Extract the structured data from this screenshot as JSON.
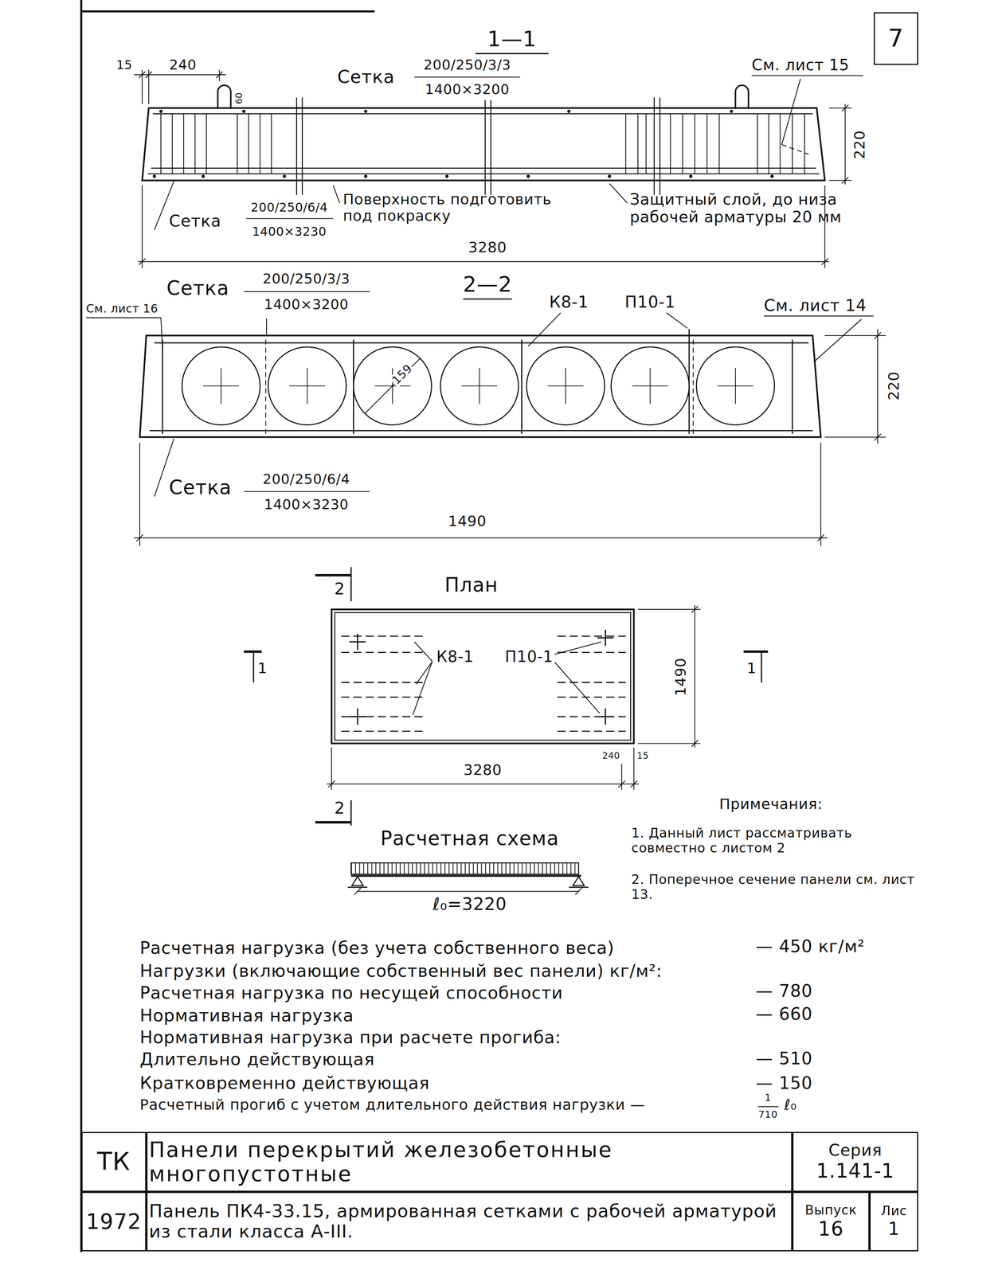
{
  "diagram": {
    "nodes": [
      {
        "text": [
          "7"
        ]
      },
      {
        "text": [
          "ТК"
        ]
      },
      {
        "text": [
          "Панели перекрытий железобетонные многопустотные"
        ]
      },
      {
        "text": [
          "Серия",
          "1.141-1"
        ]
      },
      {
        "text": [
          "1972"
        ]
      },
      {
        "text": [
          "Панель ПК4-33.15, армированная сетками с рабочей арматурой из стали класса А-III."
        ]
      },
      {
        "text": [
          "Выпуск",
          "16"
        ]
      },
      {
        "text": [
          "Лис",
          "1"
        ]
      }
    ],
    "labels": [
      "1—1",
      "Сетка",
      "200/250/3/3",
      "1400×3200",
      "См. лист 15",
      "15",
      "240",
      "60",
      "220",
      "Сетка",
      "200/250/6/4",
      "1400×3230",
      "Поверхность подготовить под покраску",
      "Защитный слой, до низа рабочей арматуры 20 мм",
      "3280",
      "Сетка",
      "200/250/3/3",
      "1400×3200",
      "2—2",
      "См. лист 16",
      "К8-1",
      "П10-1",
      "См. лист 14",
      "159",
      "220",
      "Сетка",
      "200/250/6/4",
      "1400×3230",
      "1490",
      "2",
      "План",
      "К8-1",
      "П10-1",
      "1490",
      "1",
      "1",
      "3280",
      "240",
      "15",
      "2",
      "Расчетная схема",
      "ℓ₀=3220",
      "Примечания:",
      "1. Данный лист рассматривать совместно с листом 2",
      "2. Поперечное сечение панели см. лист 13.",
      "Расчетная нагрузка (без учета собственного веса)",
      "— 450 кг/м²",
      "Нагрузки (включающие собственный вес панели) кг/м²:",
      "Расчетная нагрузка по несущей способности",
      "— 780",
      "Нормативная нагрузка",
      "— 660",
      "Нормативная нагрузка при расчете прогиба:",
      "Длительно действующая",
      "— 510",
      "Кратковременно действующая",
      "— 150",
      "Расчетный прогиб с учетом длительного действия нагрузки —",
      "1",
      "710",
      "ℓ₀"
    ]
  }
}
